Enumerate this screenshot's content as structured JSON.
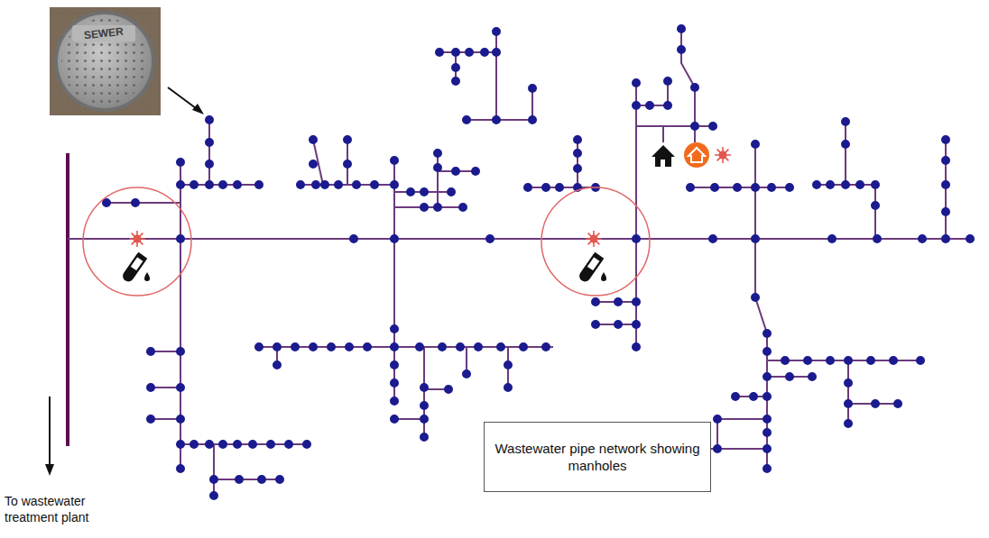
{
  "diagram": {
    "nodes": [
      {
        "text": [
          "Wastewater pipe network showing manholes"
        ]
      }
    ],
    "labels": [
      "SEWER",
      "To wastewater treatment plant"
    ]
  }
}
